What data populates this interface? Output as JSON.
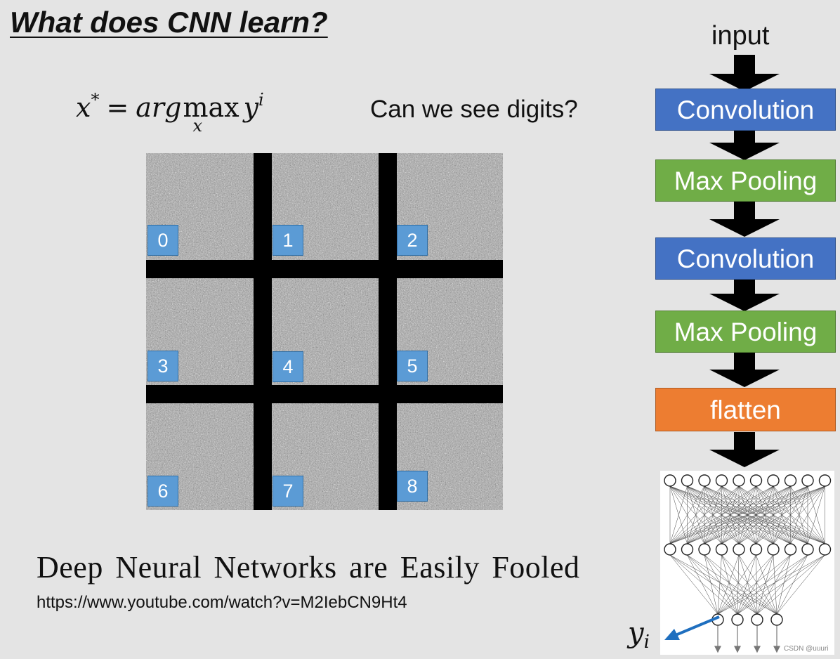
{
  "title": "What does CNN learn?",
  "formula": {
    "lhs": "x",
    "lhs_sup": "*",
    "eq": "=",
    "argop": "arg",
    "maxop": "max",
    "max_sub": "x",
    "rhs": "y",
    "rhs_sup": "i"
  },
  "question": "Can we see digits?",
  "digits": [
    "0",
    "1",
    "2",
    "3",
    "4",
    "5",
    "6",
    "7",
    "8"
  ],
  "caption": {
    "main": "Deep Neural Networks are Easily Fooled",
    "link": "https://www.youtube.com/watch?v=M2IebCN9Ht4"
  },
  "pipeline": {
    "input_label": "input",
    "steps": [
      {
        "label": "Convolution",
        "color": "#4472c4"
      },
      {
        "label": "Max Pooling",
        "color": "#70ad47"
      },
      {
        "label": "Convolution",
        "color": "#4472c4"
      },
      {
        "label": "Max Pooling",
        "color": "#70ad47"
      },
      {
        "label": "flatten",
        "color": "#ed7d31"
      }
    ]
  },
  "output_label": {
    "base": "y",
    "sub": "i"
  },
  "watermark": "CSDN @uuuri"
}
